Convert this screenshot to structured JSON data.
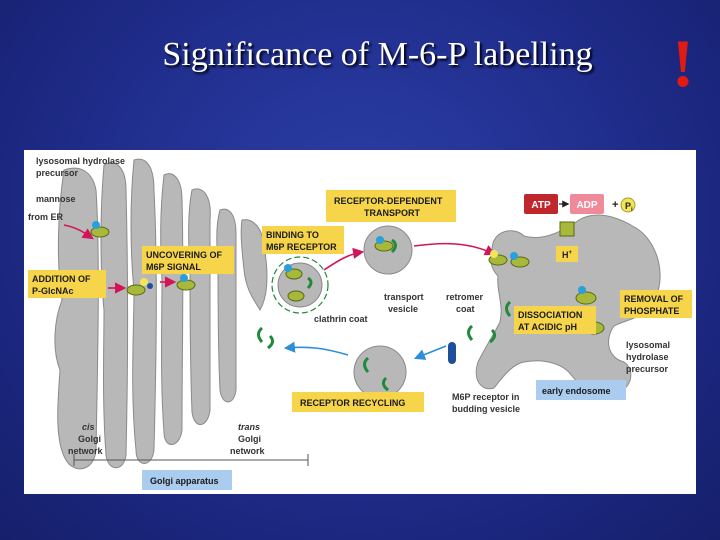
{
  "slide": {
    "title": "Significance of M-6-P labelling",
    "exclaim": "!"
  },
  "colors": {
    "background": "#1f2c8a",
    "title": "#ffffff",
    "exclaim": "#e11a14",
    "organelle": "#b8b8b8",
    "label_box": "#f7d54a",
    "label_box_blue": "#a9ccef",
    "atp_box": "#c0272d",
    "adp_box": "#f08a9a",
    "receptor_green": "#1e8a3a",
    "arrow_magenta": "#d4145a",
    "arrow_blue": "#2d8fd6"
  },
  "diagram": {
    "labels": {
      "hydrolase_precursor_l1": "lysosomal hydrolase",
      "hydrolase_precursor_l2": "precursor",
      "mannose": "mannose",
      "from_er": "from ER",
      "clathrin_coat": "clathrin coat",
      "transport_vesicle_l1": "transport",
      "transport_vesicle_l2": "vesicle",
      "retromer_coat_l1": "retromer",
      "retromer_coat_l2": "coat",
      "lys_hydrolase_l1": "lysosomal",
      "lys_hydrolase_l2": "hydrolase",
      "lys_hydrolase_l3": "precursor",
      "m6p_budding_l1": "M6P receptor in",
      "m6p_budding_l2": "budding vesicle",
      "cis_l1": "cis",
      "cis_l2": "Golgi",
      "cis_l3": "network",
      "trans_l1": "trans",
      "trans_l2": "Golgi",
      "trans_l3": "network",
      "atp": "ATP",
      "adp": "ADP",
      "plus": "+",
      "pi": "P",
      "pi_sub": "i",
      "h_plus": "H",
      "h_plus_sup": "+"
    },
    "boxes": {
      "receptor_transport_l1": "RECEPTOR-DEPENDENT",
      "receptor_transport_l2": "TRANSPORT",
      "binding_l1": "BINDING TO",
      "binding_l2": "M6P RECEPTOR",
      "uncovering_l1": "UNCOVERING OF",
      "uncovering_l2": "M6P SIGNAL",
      "addition_l1": "ADDITION OF",
      "addition_l2": "P-GlcNAc",
      "dissociation_l1": "DISSOCIATION",
      "dissociation_l2": "AT ACIDIC pH",
      "removal_l1": "REMOVAL OF",
      "removal_l2": "PHOSPHATE",
      "early_endosome": "early endosome",
      "receptor_recycling": "RECEPTOR RECYCLING",
      "golgi_apparatus": "Golgi apparatus"
    }
  }
}
